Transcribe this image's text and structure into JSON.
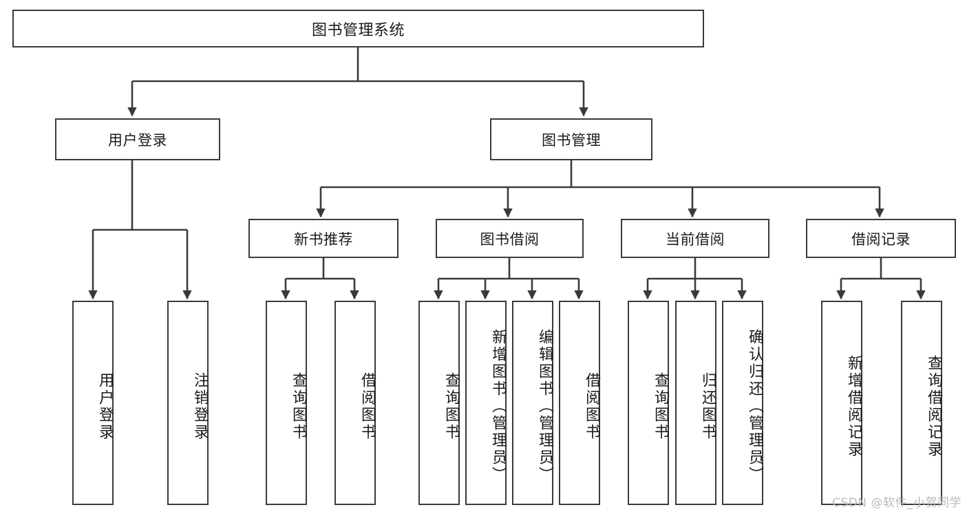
{
  "diagram": {
    "title": "图书管理系统",
    "root": {
      "label": "图书管理系统"
    },
    "level2": [
      {
        "label": "用户登录"
      },
      {
        "label": "图书管理"
      }
    ],
    "level3": [
      {
        "label": "新书推荐"
      },
      {
        "label": "图书借阅"
      },
      {
        "label": "当前借阅"
      },
      {
        "label": "借阅记录"
      }
    ],
    "leaves": {
      "user_login": [
        {
          "label": "用户登录"
        },
        {
          "label": "注销登录"
        }
      ],
      "new_book_recommend": [
        {
          "label": "查询图书"
        },
        {
          "label": "借阅图书"
        }
      ],
      "book_borrow": [
        {
          "label": "查询图书"
        },
        {
          "label": "新增图书（管理员）"
        },
        {
          "label": "编辑图书（管理员）"
        },
        {
          "label": "借阅图书"
        }
      ],
      "current_borrow": [
        {
          "label": "查询图书"
        },
        {
          "label": "归还图书"
        },
        {
          "label": "确认归还（管理员）"
        }
      ],
      "borrow_record": [
        {
          "label": "新增借阅记录"
        },
        {
          "label": "查询借阅记录"
        }
      ]
    }
  },
  "watermark": {
    "text": "CSDN @软件_小贺同学"
  },
  "colors": {
    "border": "#3a3a3a",
    "background": "#ffffff",
    "text": "#1a1a1a",
    "watermark": "#b9b9b9"
  }
}
